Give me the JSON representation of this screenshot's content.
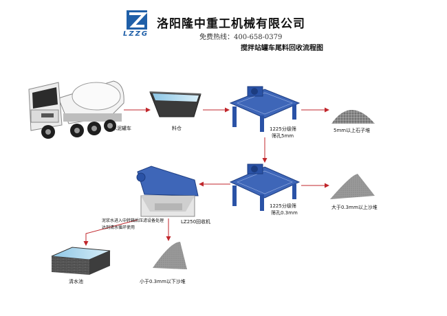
{
  "header": {
    "company": "洛阳隆中重工机械有限公司",
    "hotline": "免费热线：400-658-0379",
    "title": "搅拌站罐车尾料回收流程图",
    "logo_text": "LZZG"
  },
  "labels": {
    "truck": "水泥罐车",
    "hopper": "料仓",
    "screen1": [
      "1225分级筛",
      "筛孔5mm"
    ],
    "pile1": "5mm以上石子堆",
    "screen2": [
      "1225分级筛",
      "筛孔0.3mm"
    ],
    "pile2": "大于0.3mm以上沙堆",
    "recycler": "LZ250回收机",
    "recycler_note": [
      "泥浆水进入中转箱后压滤设备处理",
      "达到清水循环使用"
    ],
    "pool": "清水池",
    "pile3": "小于0.3mm以下沙堆"
  },
  "colors": {
    "arrow": "#c0262b",
    "machine_blue": "#2a52a6",
    "logo_blue": "#1f5fa8"
  }
}
